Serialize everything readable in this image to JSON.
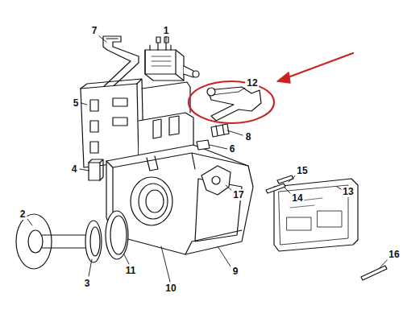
{
  "diagram": {
    "labels": [
      "7",
      "1",
      "12",
      "5",
      "8",
      "6",
      "4",
      "17",
      "15",
      "14",
      "13",
      "2",
      "3",
      "11",
      "10",
      "9",
      "16"
    ]
  }
}
